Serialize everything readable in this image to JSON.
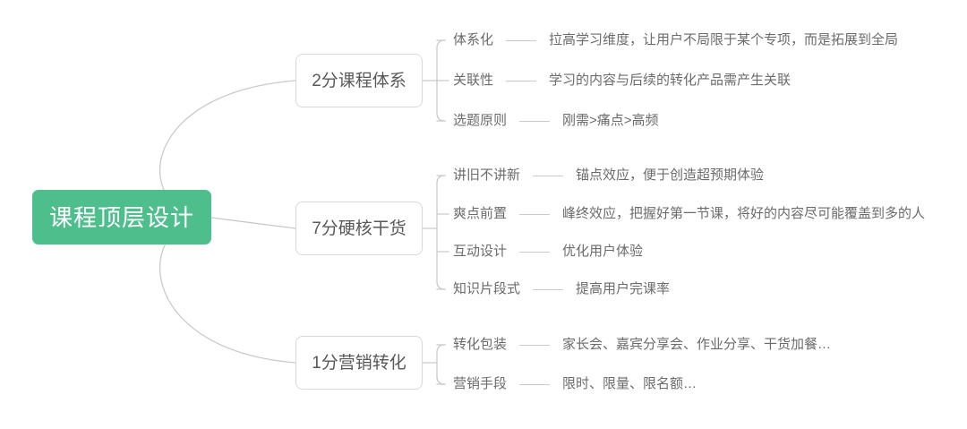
{
  "diagram": {
    "type": "mind-map",
    "title": "课程顶层设计",
    "accent_color": "#4EBE8C",
    "node_border_color": "#d8d9da",
    "edge_color": "#c9cacb",
    "text_color": "#6b6b6b",
    "branch_text_color": "#595959",
    "root_text_color": "#ffffff",
    "background": "#ffffff",
    "separator": "——"
  },
  "root": {
    "label": "课程顶层设计"
  },
  "branches": [
    {
      "label": "2分课程体系",
      "leaves": [
        {
          "key": "体系化",
          "value": "拉高学习维度，让用户不局限于某个专项，而是拓展到全局"
        },
        {
          "key": "关联性",
          "value": "学习的内容与后续的转化产品需产生关联"
        },
        {
          "key": "选题原则",
          "value": "刚需>痛点>高频"
        }
      ]
    },
    {
      "label": "7分硬核干货",
      "leaves": [
        {
          "key": "讲旧不讲新",
          "value": "锚点效应，便于创造超预期体验"
        },
        {
          "key": "爽点前置",
          "value": "峰终效应，把握好第一节课，将好的内容尽可能覆盖到多的人"
        },
        {
          "key": "互动设计",
          "value": "优化用户体验"
        },
        {
          "key": "知识片段式",
          "value": "提高用户完课率"
        }
      ]
    },
    {
      "label": "1分营销转化",
      "leaves": [
        {
          "key": "转化包装",
          "value": "家长会、嘉宾分享会、作业分享、干货加餐…"
        },
        {
          "key": "营销手段",
          "value": "限时、限量、限名额…"
        }
      ]
    }
  ]
}
